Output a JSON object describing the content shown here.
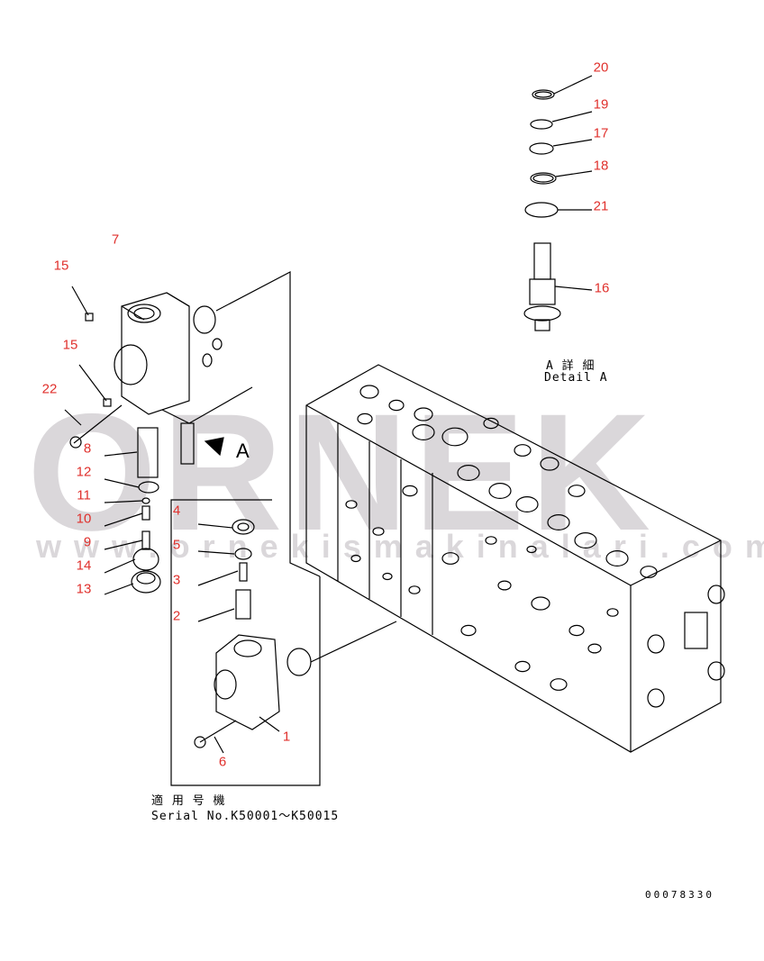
{
  "callouts": [
    "20",
    "19",
    "17",
    "18",
    "21",
    "16",
    "7",
    "15",
    "15",
    "22",
    "8",
    "12",
    "11",
    "10",
    "9",
    "14",
    "13",
    "4",
    "5",
    "3",
    "2",
    "1",
    "6"
  ],
  "arrow_label": "A",
  "detail": {
    "title_jp": "A 詳 細",
    "title_en": "Detail A"
  },
  "serial": {
    "label_jp": "適 用 号 機",
    "range": "Serial No.K50001〜K50015"
  },
  "drawing_number": "00078330",
  "watermark": {
    "logo": "ORNEK",
    "url": "www.ornekismakinalari.com.tr"
  },
  "colors": {
    "callout": "#e0302c",
    "line": "#000000",
    "watermark": "#968c96"
  }
}
